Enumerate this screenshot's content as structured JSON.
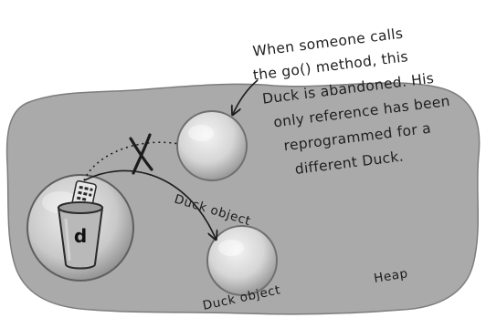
{
  "annotation": {
    "lines": [
      "When someone calls",
      "the go() method, this",
      "Duck is abandoned. His",
      "only reference has been",
      "reprogrammed for a",
      "different Duck."
    ]
  },
  "objects": {
    "abandoned_label": "Duck object",
    "referenced_label": "Duck object"
  },
  "reference": {
    "variable_name": "d"
  },
  "heap": {
    "label": "Heap"
  },
  "colors": {
    "heap": "#aaaaaa",
    "object_fill": "#d9d9d9",
    "ink": "#1c1c1c"
  }
}
